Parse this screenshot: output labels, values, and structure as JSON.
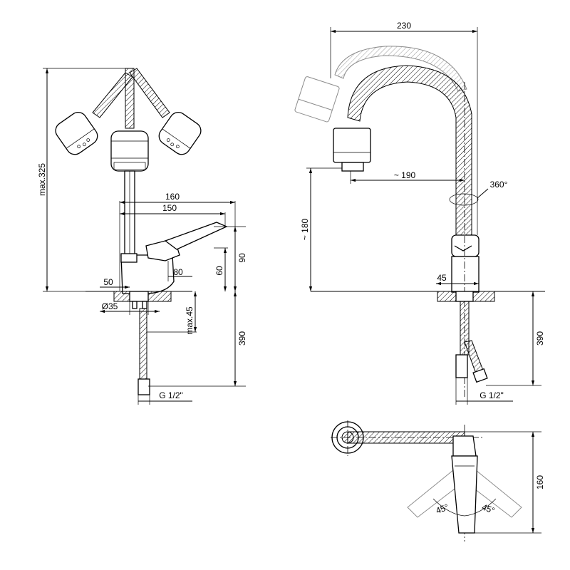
{
  "front_view": {
    "total_height": "max.325",
    "spout_reach": "160",
    "lever_reach": "150",
    "body_height": "90",
    "lever_height": "60",
    "lever_length": "80",
    "base_offset": "50",
    "base_diameter": "Ø35",
    "thread_length": "max.45",
    "hose_length": "390",
    "hose_thread": "G 1/2\""
  },
  "side_view": {
    "overall_width": "230",
    "spout_reach": "~ 190",
    "spout_height": "~ 180",
    "rotation": "360°",
    "body_offset": "45",
    "hose_length": "390",
    "hose_thread": "G 1/2\""
  },
  "top_view": {
    "lever_depth": "160",
    "lever_angle_left": "45°",
    "lever_angle_right": "45°"
  }
}
